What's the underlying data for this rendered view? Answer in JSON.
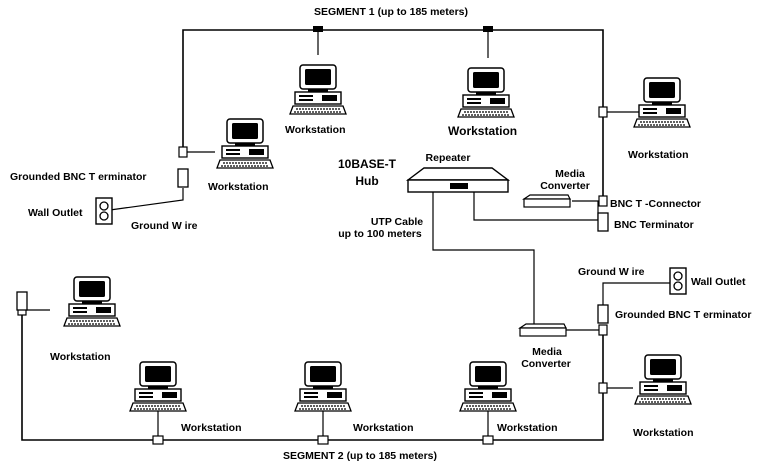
{
  "segments": {
    "segment1": "SEGMENT 1 (up to 185 meters)",
    "segment2": "SEGMENT 2 (up to 185 meters)"
  },
  "labels": {
    "workstation": "Workstation",
    "hub_line1": "10BASE-T",
    "hub_line2": "Hub",
    "repeater": "Repeater",
    "media_line1": "Media",
    "media_line2": "Converter",
    "utp_line1": "UTP Cable",
    "utp_line2": "up to 100 meters",
    "grounded_terminator": "Grounded BNC T  erminator",
    "wall_outlet": "Wall Outlet",
    "ground_wire": "Ground W ire",
    "bnc_t_connector": "BNC T -Connector",
    "bnc_terminator": "BNC Terminator"
  },
  "icons": {
    "workstation": "workstation-icon",
    "hub": "repeater-hub-icon",
    "media_converter": "media-converter-icon",
    "outlet": "wall-outlet-icon",
    "terminator": "bnc-terminator-icon",
    "t_connector": "bnc-t-connector-icon"
  }
}
